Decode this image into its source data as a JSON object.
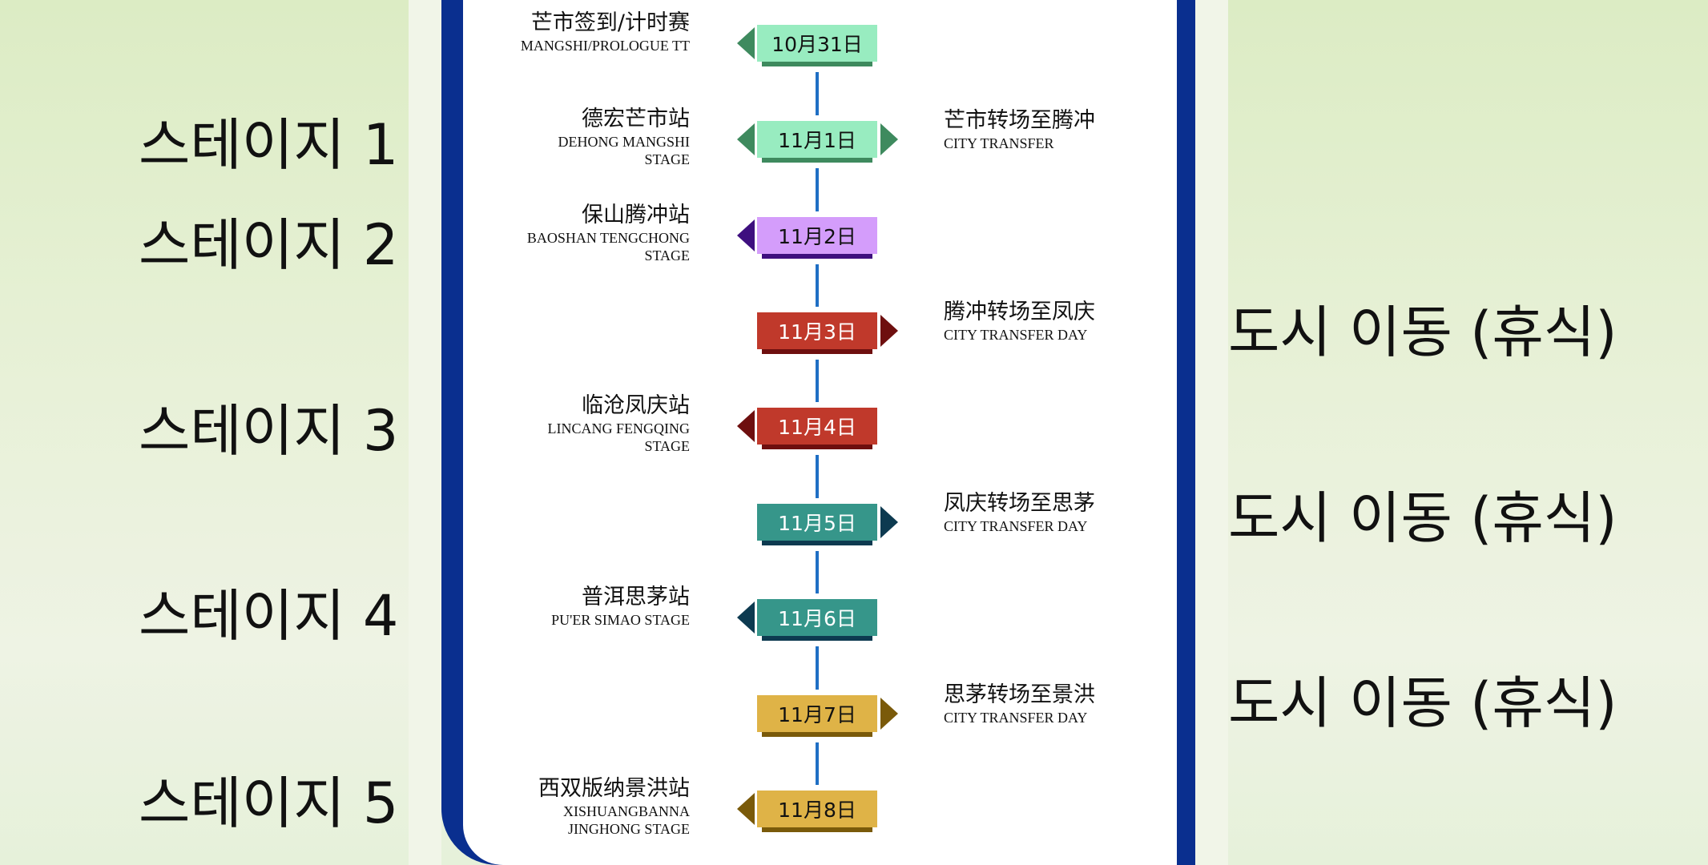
{
  "rows": [
    {
      "date": "10月31日",
      "left_zh": "芒市签到/计时赛",
      "left_en": [
        "MANGSHI/PROLOGUE TT"
      ],
      "right_zh": "",
      "right_en": "",
      "color": "#98ecc0",
      "dark": "#3e8a5e",
      "text": "#111",
      "arrows": [
        "left"
      ]
    },
    {
      "date": "11月1日",
      "left_zh": "德宏芒市站",
      "left_en": [
        "DEHONG MANGSHI",
        "STAGE"
      ],
      "right_zh": "芒市转场至腾冲",
      "right_en": "CITY TRANSFER",
      "color": "#98ecc0",
      "dark": "#3e8a5e",
      "text": "#111",
      "arrows": [
        "left",
        "right"
      ]
    },
    {
      "date": "11月2日",
      "left_zh": "保山腾冲站",
      "left_en": [
        "BAOSHAN TENGCHONG",
        "STAGE"
      ],
      "right_zh": "",
      "right_en": "",
      "color": "#d49dfb",
      "dark": "#3e0f7f",
      "text": "#111",
      "arrows": [
        "left"
      ]
    },
    {
      "date": "11月3日",
      "left_zh": "",
      "left_en": [],
      "right_zh": "腾冲转场至凤庆",
      "right_en": "CITY TRANSFER DAY",
      "color": "#c0392b",
      "dark": "#6e0f0f",
      "text": "#fff",
      "arrows": [
        "right"
      ]
    },
    {
      "date": "11月4日",
      "left_zh": "临沧凤庆站",
      "left_en": [
        "LINCANG FENGQING",
        "STAGE"
      ],
      "right_zh": "",
      "right_en": "",
      "color": "#c0392b",
      "dark": "#6e0f0f",
      "text": "#fff",
      "arrows": [
        "left"
      ]
    },
    {
      "date": "11月5日",
      "left_zh": "",
      "left_en": [],
      "right_zh": "凤庆转场至思茅",
      "right_en": "CITY TRANSFER DAY",
      "color": "#36968a",
      "dark": "#0d3a50",
      "text": "#fff",
      "arrows": [
        "right"
      ]
    },
    {
      "date": "11月6日",
      "left_zh": "普洱思茅站",
      "left_en": [
        "PU'ER SIMAO STAGE"
      ],
      "right_zh": "",
      "right_en": "",
      "color": "#36968a",
      "dark": "#0d3a50",
      "text": "#fff",
      "arrows": [
        "left"
      ]
    },
    {
      "date": "11月7日",
      "left_zh": "",
      "left_en": [],
      "right_zh": "思茅转场至景洪",
      "right_en": "CITY TRANSFER DAY",
      "color": "#dfb347",
      "dark": "#7a5a0a",
      "text": "#111",
      "arrows": [
        "right"
      ]
    },
    {
      "date": "11月8日",
      "left_zh": "西双版纳景洪站",
      "left_en": [
        "XISHUANGBANNA",
        "JINGHONG STAGE"
      ],
      "right_zh": "",
      "right_en": "",
      "color": "#dfb347",
      "dark": "#7a5a0a",
      "text": "#111",
      "arrows": [
        "left"
      ]
    }
  ],
  "korean_left": [
    "스테이지 1",
    "스테이지 2",
    "스테이지 3",
    "스테이지 4",
    "스테이지 5"
  ],
  "korean_right": [
    "도시 이동 (휴식)",
    "도시 이동 (휴식)",
    "도시 이동 (휴식)"
  ]
}
